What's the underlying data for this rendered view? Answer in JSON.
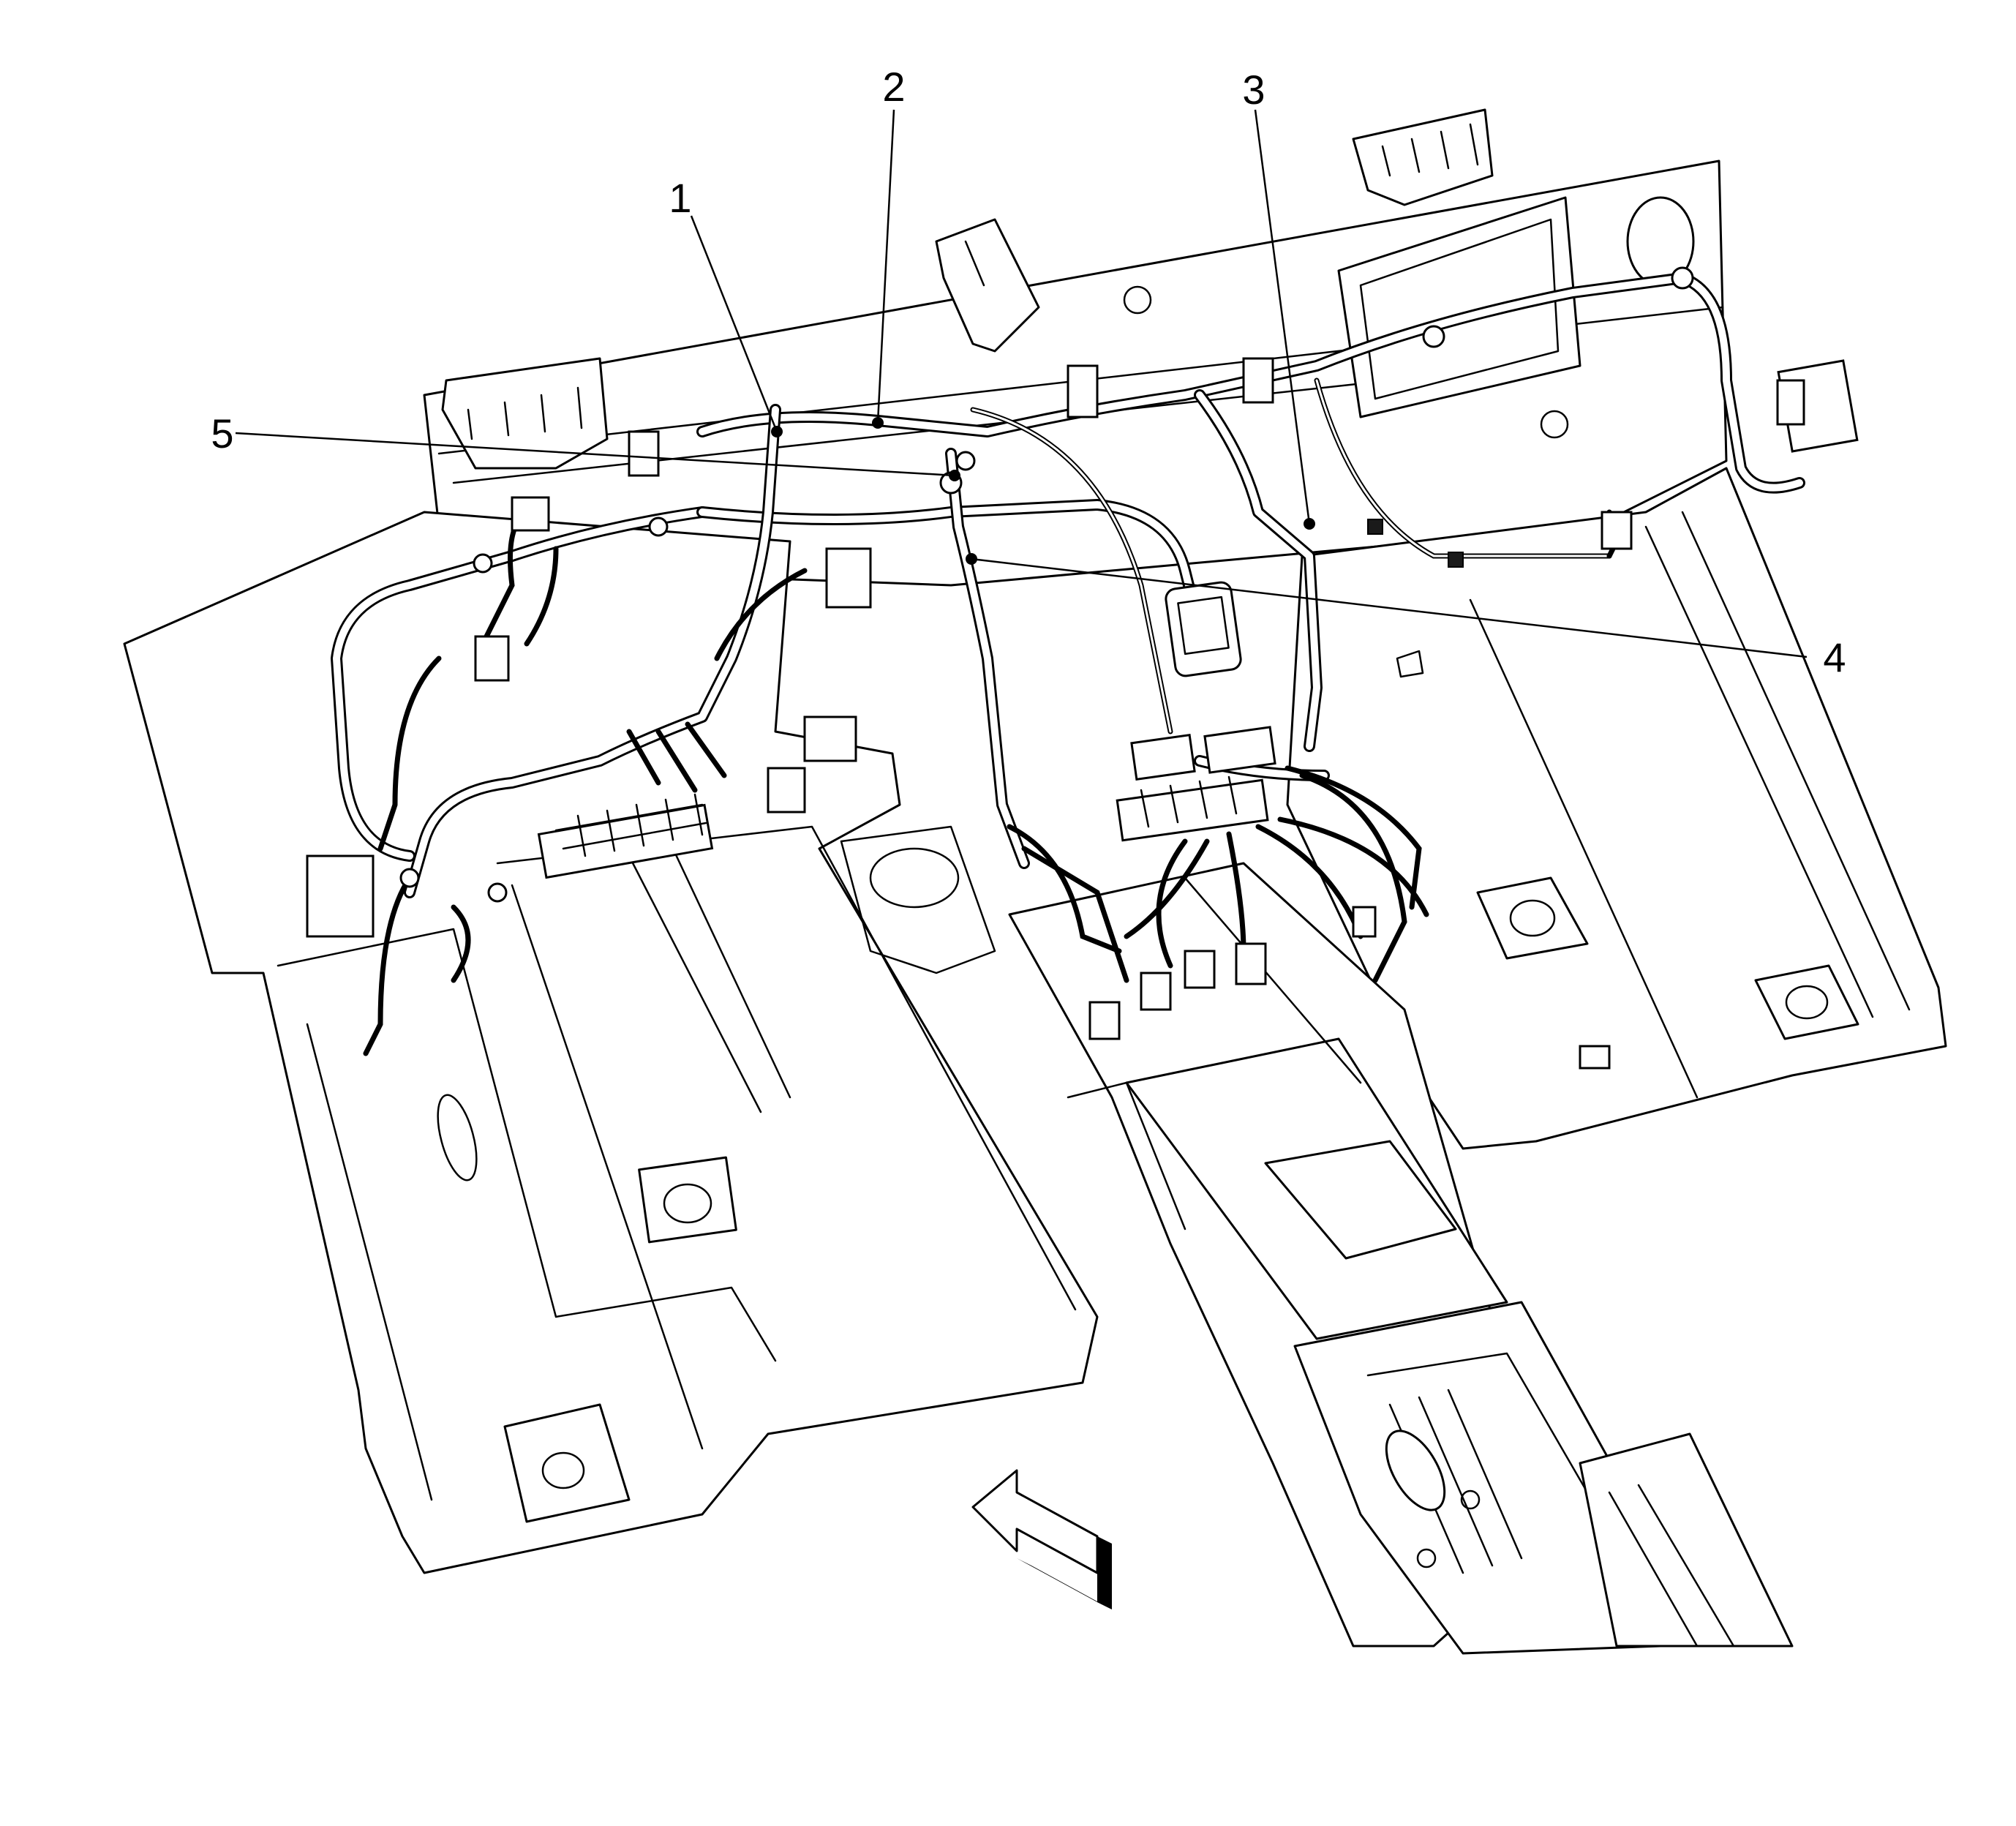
{
  "diagram": {
    "callouts": [
      {
        "id": "1",
        "label": "1"
      },
      {
        "id": "2",
        "label": "2"
      },
      {
        "id": "3",
        "label": "3"
      },
      {
        "id": "4",
        "label": "4"
      },
      {
        "id": "5",
        "label": "5"
      }
    ],
    "direction_arrow": "arrow-icon",
    "colors": {
      "line": "#000000",
      "background": "#ffffff"
    }
  }
}
